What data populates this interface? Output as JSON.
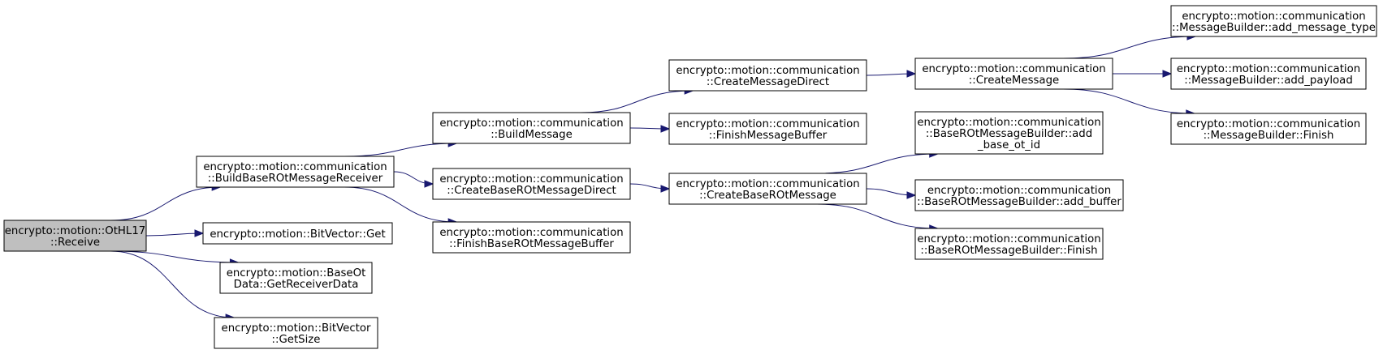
{
  "colors": {
    "edge": "#191970",
    "root_fill": "#bfbfbf",
    "node_fill": "#ffffff",
    "border": "#000000"
  },
  "nodes": {
    "receive": {
      "lines": [
        "encrypto::motion::OtHL17",
        "::Receive"
      ],
      "root": true
    },
    "build_base_rot_msg_receiver": {
      "lines": [
        "encrypto::motion::communication",
        "::BuildBaseROtMessageReceiver"
      ]
    },
    "bitvector_get": {
      "lines": [
        "encrypto::motion::BitVector::Get"
      ]
    },
    "get_receiver_data": {
      "lines": [
        "encrypto::motion::BaseOt",
        "Data::GetReceiverData"
      ]
    },
    "bitvector_getsize": {
      "lines": [
        "encrypto::motion::BitVector",
        "::GetSize"
      ]
    },
    "build_message": {
      "lines": [
        "encrypto::motion::communication",
        "::BuildMessage"
      ]
    },
    "create_base_rot_msg_direct": {
      "lines": [
        "encrypto::motion::communication",
        "::CreateBaseROtMessageDirect"
      ]
    },
    "finish_base_rot_msg_buffer": {
      "lines": [
        "encrypto::motion::communication",
        "::FinishBaseROtMessageBuffer"
      ]
    },
    "create_message_direct": {
      "lines": [
        "encrypto::motion::communication",
        "::CreateMessageDirect"
      ]
    },
    "finish_message_buffer": {
      "lines": [
        "encrypto::motion::communication",
        "::FinishMessageBuffer"
      ]
    },
    "create_base_rot_message": {
      "lines": [
        "encrypto::motion::communication",
        "::CreateBaseROtMessage"
      ]
    },
    "create_message": {
      "lines": [
        "encrypto::motion::communication",
        "::CreateMessage"
      ]
    },
    "rot_add_base_ot_id": {
      "lines": [
        "encrypto::motion::communication",
        "::BaseROtMessageBuilder::add",
        "_base_ot_id"
      ]
    },
    "rot_add_buffer": {
      "lines": [
        "encrypto::motion::communication",
        "::BaseROtMessageBuilder::add_buffer"
      ]
    },
    "rot_finish": {
      "lines": [
        "encrypto::motion::communication",
        "::BaseROtMessageBuilder::Finish"
      ]
    },
    "mb_add_message_type": {
      "lines": [
        "encrypto::motion::communication",
        "::MessageBuilder::add_message_type"
      ]
    },
    "mb_add_payload": {
      "lines": [
        "encrypto::motion::communication",
        "::MessageBuilder::add_payload"
      ]
    },
    "mb_finish": {
      "lines": [
        "encrypto::motion::communication",
        "::MessageBuilder::Finish"
      ]
    }
  },
  "edges": [
    [
      "receive",
      "build_base_rot_msg_receiver"
    ],
    [
      "receive",
      "bitvector_get"
    ],
    [
      "receive",
      "get_receiver_data"
    ],
    [
      "receive",
      "bitvector_getsize"
    ],
    [
      "build_base_rot_msg_receiver",
      "build_message"
    ],
    [
      "build_base_rot_msg_receiver",
      "create_base_rot_msg_direct"
    ],
    [
      "build_base_rot_msg_receiver",
      "finish_base_rot_msg_buffer"
    ],
    [
      "build_message",
      "create_message_direct"
    ],
    [
      "build_message",
      "finish_message_buffer"
    ],
    [
      "create_base_rot_msg_direct",
      "create_base_rot_message"
    ],
    [
      "create_message_direct",
      "create_message"
    ],
    [
      "create_base_rot_message",
      "rot_add_base_ot_id"
    ],
    [
      "create_base_rot_message",
      "rot_add_buffer"
    ],
    [
      "create_base_rot_message",
      "rot_finish"
    ],
    [
      "create_message",
      "mb_add_message_type"
    ],
    [
      "create_message",
      "mb_add_payload"
    ],
    [
      "create_message",
      "mb_finish"
    ]
  ]
}
